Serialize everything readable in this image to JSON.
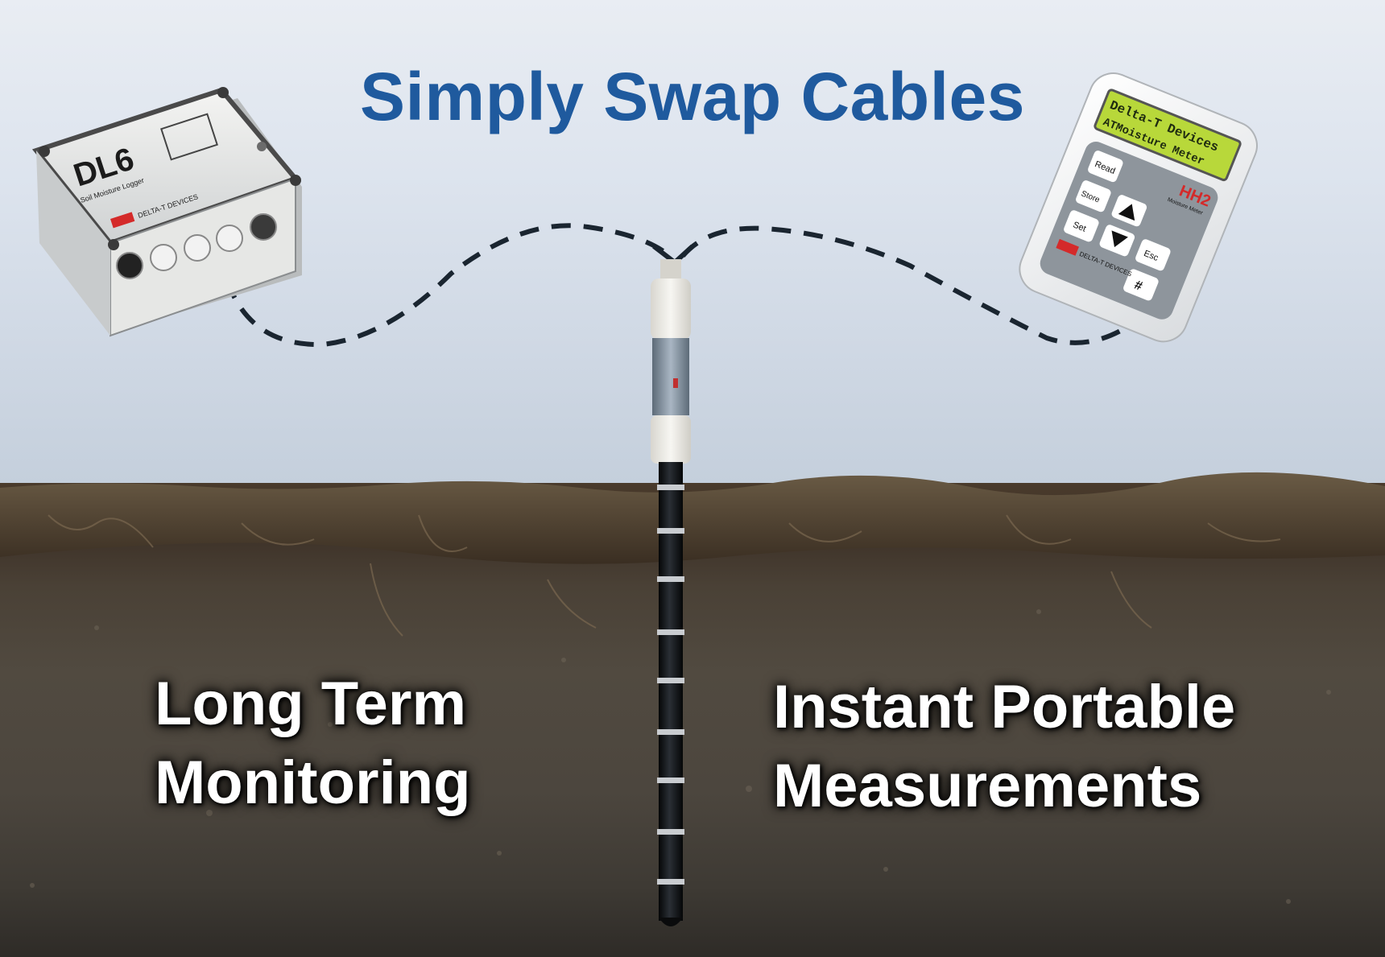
{
  "title": "Simply Swap Cables",
  "captions": {
    "left_line1": "Long Term",
    "left_line2": "Monitoring",
    "right_line1": "Instant Portable",
    "right_line2": "Measurements"
  },
  "logger": {
    "name": "DL6",
    "subtitle": "Soil Moisture Logger",
    "brand": "DELTA-T DEVICES"
  },
  "meter": {
    "screen_line1": "Delta-T  Devices",
    "screen_line2": "ATMoisture Meter",
    "model": "HH2",
    "model_sub": "Moisture Meter",
    "brand": "DELTA-T DEVICES",
    "keys": [
      "Read",
      "Store",
      "Set",
      "Esc",
      "#"
    ]
  },
  "colors": {
    "title": "#1f5a9e",
    "caption": "#ffffff",
    "cable": "#1a2530",
    "brand_red": "#d42a2a",
    "lcd": "#b8d83a"
  }
}
